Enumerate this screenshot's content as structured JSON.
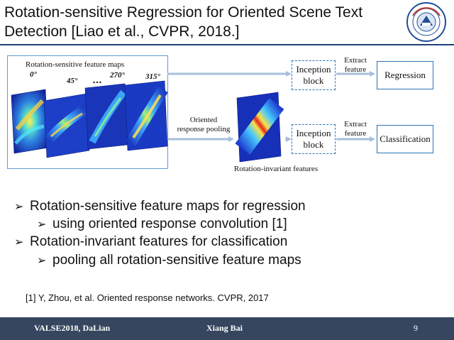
{
  "slide": {
    "title_line1": "Rotation-sensitive Regression for Oriented Scene Text",
    "title_line2": "Detection [Liao et al., CVPR, 2018.]"
  },
  "figure": {
    "feature_maps_title": "Rotation-sensitive feature maps",
    "angles": [
      "0°",
      "45°",
      "270°",
      "315°"
    ],
    "ellipsis": "…",
    "pooling_label_line1": "Oriented",
    "pooling_label_line2": "response pooling",
    "invariant_label": "Rotation-invariant features",
    "inception_top_line1": "Inception",
    "inception_top_line2": "block",
    "inception_bottom_line1": "Inception",
    "inception_bottom_line2": "block",
    "extract_top_line1": "Extract",
    "extract_top_line2": "feature",
    "extract_bottom_line1": "Extract",
    "extract_bottom_line2": "feature",
    "regression_label": "Regression",
    "classification_label": "Classification"
  },
  "bullets": [
    {
      "level": 1,
      "text": "Rotation-sensitive feature maps for regression"
    },
    {
      "level": 2,
      "text": "using oriented response convolution [1]"
    },
    {
      "level": 1,
      "text": "Rotation-invariant features for classification"
    },
    {
      "level": 2,
      "text": "pooling all rotation-sensitive feature maps"
    }
  ],
  "bullet_marker": "➢",
  "reference": "[1] Y, Zhou, et al. Oriented response networks. CVPR, 2017",
  "footer": {
    "left": "VALSE2018, DaLian",
    "center": "Xiang Bai",
    "page": "9"
  },
  "colors": {
    "title_rule": "#1f3f78",
    "footer_bg": "#35465e",
    "box_border": "#2e75b6",
    "arrow": "#a7bfdc"
  }
}
